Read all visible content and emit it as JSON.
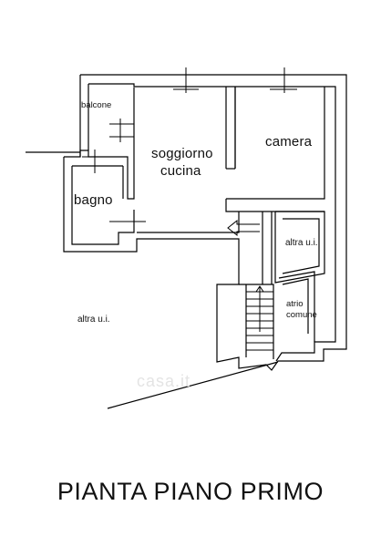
{
  "plan": {
    "title": "PIANTA PIANO PRIMO",
    "rooms": {
      "balcone": "balcone",
      "soggiorno": "soggiorno",
      "cucina": "cucina",
      "camera": "camera",
      "bagno": "bagno",
      "altra_ui_right": "altra u.i.",
      "atrio_line1": "atrio",
      "atrio_line2": "comune",
      "altra_ui_left": "altra u.i."
    },
    "watermark": "casa.it"
  }
}
